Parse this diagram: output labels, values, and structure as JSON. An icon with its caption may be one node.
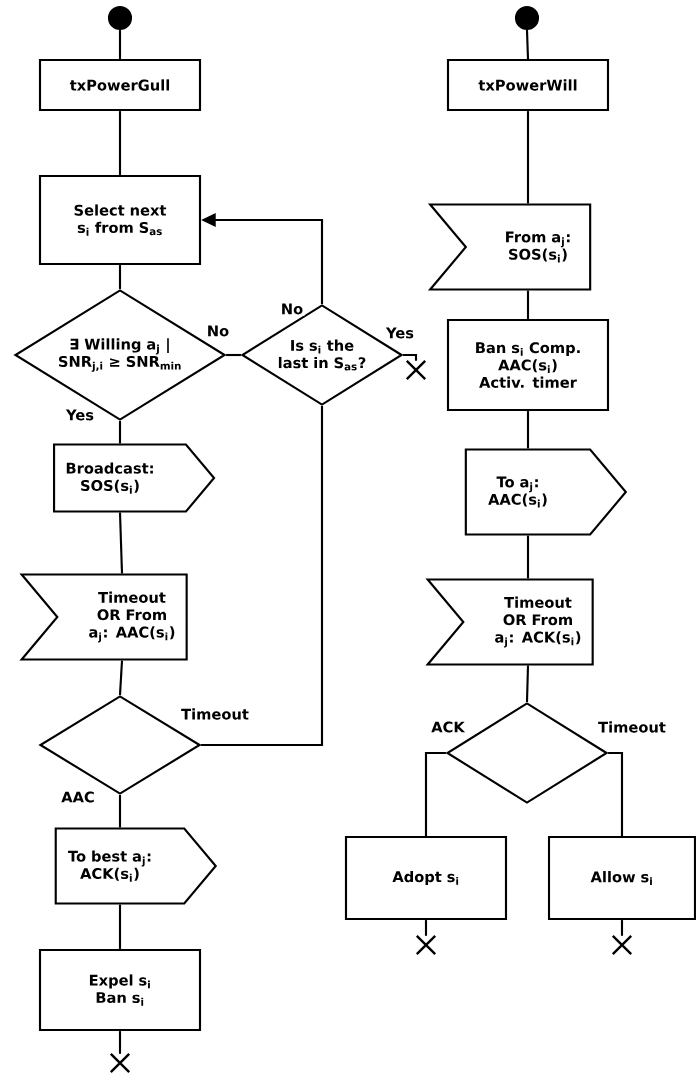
{
  "diagram": {
    "nodes": [
      {
        "text": [],
        "shape": "circle"
      },
      {
        "text": [
          "txPowerGull"
        ]
      },
      {
        "text": [
          "Select next s$_{i}$ from S$_{as}$"
        ]
      },
      {
        "text": [
          "∃ Willing a$_{j}$ | SNR$_{j,i}$ ≥ SNR$_{min}$"
        ]
      },
      {
        "text": [
          "Is s$_{i}$ the last in S$_{as}$?"
        ]
      },
      {
        "text": [],
        "shape": "cross"
      },
      {
        "text": [
          "Broadcast: SOS(s$_{i}$)"
        ]
      },
      {
        "text": [
          "Timeout OR From a$_{j}$: AAC(s$_{i}$)"
        ]
      },
      {
        "text": [],
        "shape": "diamond"
      },
      {
        "text": [
          "To best a$_{j}$: ACK(s$_{i}$)"
        ]
      },
      {
        "text": [
          "Expel s$_{i}$ Ban s$_{i}$"
        ]
      },
      {
        "text": [],
        "shape": "cross"
      },
      {
        "text": [],
        "shape": "circle"
      },
      {
        "text": [
          "txPowerWill"
        ]
      },
      {
        "text": [
          "From a$_{j}$: SOS(s$_{i}$)"
        ]
      },
      {
        "text": [
          "Ban s$_{i}$ Comp. AAC(s$_{i}$) Activ. timer"
        ]
      },
      {
        "text": [
          "To a$_{j}$: AAC(s$_{i}$)"
        ]
      },
      {
        "text": [
          "Timeout OR From a$_{j}$: ACK(s$_{i}$)"
        ]
      },
      {
        "text": [],
        "shape": "diamond"
      },
      {
        "text": [
          "Adopt s$_{i}$"
        ]
      },
      {
        "text": [
          "Allow s$_{i}$"
        ]
      },
      {
        "text": [],
        "shape": "cross"
      },
      {
        "text": [],
        "shape": "cross"
      }
    ],
    "edges": [
      {
        "from": 0,
        "to": 1,
        "arrow": "none"
      },
      {
        "from": 1,
        "to": 2,
        "arrow": "none"
      },
      {
        "from": 2,
        "to": 3,
        "arrow": "none"
      },
      {
        "from": 3,
        "to": 4,
        "arrow": "none",
        "label": "No"
      },
      {
        "from": 4,
        "to": 2,
        "arrow": "to",
        "label": "No"
      },
      {
        "from": 4,
        "to": 5,
        "arrow": "none",
        "label": "Yes"
      },
      {
        "from": 3,
        "to": 6,
        "arrow": "none",
        "label": "Yes"
      },
      {
        "from": 6,
        "to": 7,
        "arrow": "none"
      },
      {
        "from": 7,
        "to": 8,
        "arrow": "none"
      },
      {
        "from": 8,
        "to": 4,
        "arrow": "none",
        "label": "Timeout"
      },
      {
        "from": 8,
        "to": 9,
        "arrow": "none",
        "label": "AAC"
      },
      {
        "from": 9,
        "to": 10,
        "arrow": "none"
      },
      {
        "from": 10,
        "to": 11,
        "arrow": "none"
      },
      {
        "from": 12,
        "to": 13,
        "arrow": "none"
      },
      {
        "from": 13,
        "to": 14,
        "arrow": "none"
      },
      {
        "from": 14,
        "to": 15,
        "arrow": "none"
      },
      {
        "from": 15,
        "to": 16,
        "arrow": "none"
      },
      {
        "from": 16,
        "to": 17,
        "arrow": "none"
      },
      {
        "from": 17,
        "to": 18,
        "arrow": "none"
      },
      {
        "from": 18,
        "to": 19,
        "arrow": "none",
        "label": "ACK"
      },
      {
        "from": 18,
        "to": 20,
        "arrow": "none",
        "label": "Timeout"
      },
      {
        "from": 19,
        "to": 21,
        "arrow": "none"
      },
      {
        "from": 20,
        "to": 22,
        "arrow": "none"
      }
    ]
  }
}
